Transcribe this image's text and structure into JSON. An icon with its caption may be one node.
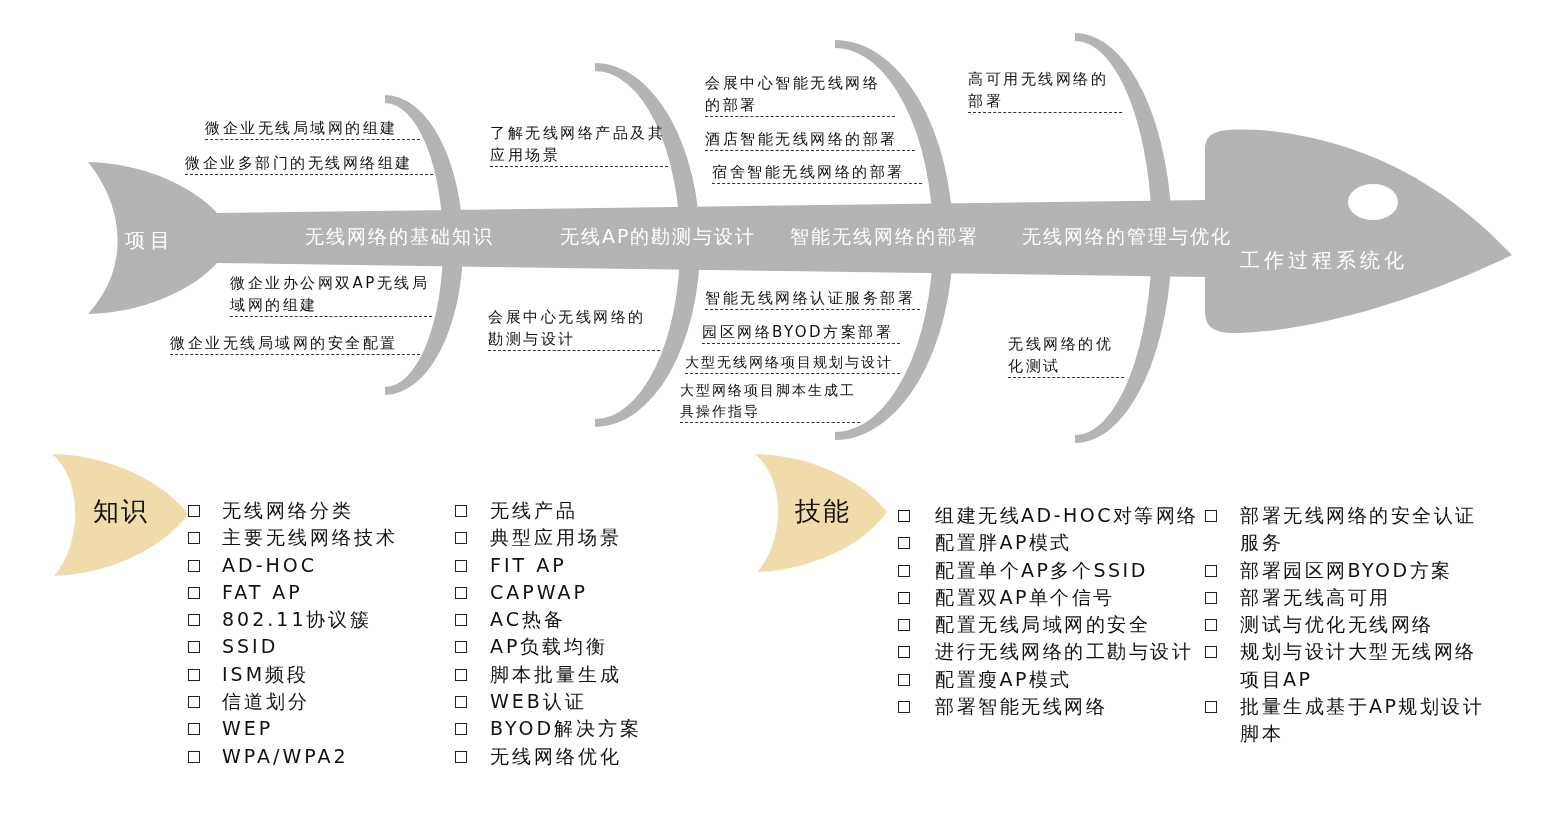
{
  "diagram": {
    "nodes": [
      {
        "text": [
          "项目"
        ]
      },
      {
        "text": [
          "无线网络的基础知识",
          "无线AP的勘测与设计",
          "智能无线网络的部署",
          "无线网络的管理与优化"
        ]
      },
      {
        "text": [
          "工作过程系统化"
        ]
      },
      {
        "text": [],
        "shape": "arc",
        "beside": [
          "微企业无线局域网的组建",
          "微企业多部门的无线网络组建",
          "微企业办公网双AP无线局域网的组建",
          "微企业无线局域网的安全配置"
        ]
      },
      {
        "text": [],
        "shape": "arc",
        "beside": [
          "了解无线网络产品及其应用场景",
          "会展中心无线网络的勘测与设计"
        ]
      },
      {
        "text": [],
        "shape": "arc",
        "beside": [
          "会展中心智能无线网络的部署",
          "酒店智能无线网络的部署",
          "宿舍智能无线网络的部署",
          "智能无线网络认证服务部署",
          "园区网络BYOD方案部署",
          "大型无线网络项目规划与设计",
          "大型网络项目脚本生成工具操作指导"
        ]
      },
      {
        "text": [],
        "shape": "arc",
        "beside": [
          "高可用无线网络的部署",
          "无线网络的优化测试"
        ]
      },
      {
        "text": [
          "知识"
        ],
        "beside": [
          "无线网络分类",
          "主要无线网络技术",
          "AD-HOC",
          "FAT AP",
          "802.11协议簇",
          "SSID",
          "ISM频段",
          "信道划分",
          "WEP",
          "WPA/WPA2",
          "无线产品",
          "典型应用场景",
          "FIT AP",
          "CAPWAP",
          "AC热备",
          "AP负载均衡",
          "脚本批量生成",
          "WEB认证",
          "BYOD解决方案",
          "无线网络优化"
        ]
      },
      {
        "text": [
          "技能"
        ],
        "beside": [
          "组建无线AD-HOC对等网络",
          "配置胖AP模式",
          "配置单个AP多个SSID",
          "配置双AP单个信号",
          "配置无线局域网的安全",
          "进行无线网络的工勘与设计",
          "配置瘦AP模式",
          "部署智能无线网络",
          "部署无线网络的安全认证服务",
          "部署园区网BYOD方案",
          "部署无线高可用",
          "测试与优化无线网络",
          "规划与设计大型无线网络项目AP",
          "批量生成基于AP规划设计脚本"
        ]
      }
    ]
  }
}
